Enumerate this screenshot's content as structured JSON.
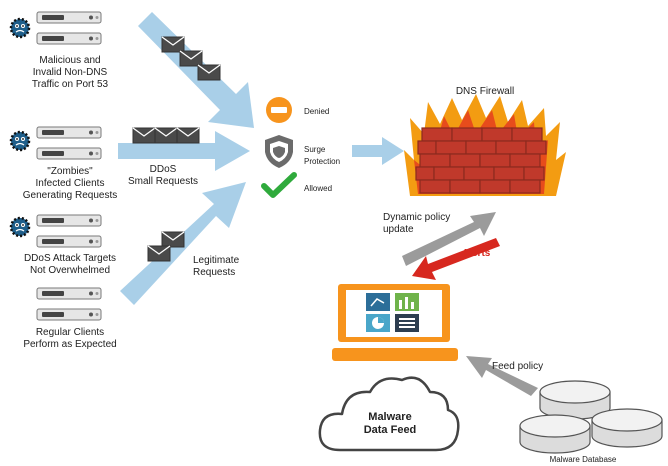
{
  "sources": [
    {
      "label_lines": [
        "Malicious and",
        "Invalid Non-DNS",
        "Traffic on Port 53"
      ]
    },
    {
      "label_lines": [
        "\"Zombies\"",
        "Infected Clients",
        "Generating Requests"
      ]
    },
    {
      "label_lines": [
        "DDoS Attack Targets",
        "Not Overwhelmed"
      ]
    },
    {
      "label_lines": [
        "Regular Clients",
        "Perform as Expected"
      ]
    }
  ],
  "flows": {
    "ddos_lines": [
      "DDoS",
      "Small Requests"
    ],
    "legit_lines": [
      "Legitimate",
      "Requests"
    ]
  },
  "status": {
    "denied": "Denied",
    "surge_lines": [
      "Surge",
      "Protection"
    ],
    "allowed": "Allowed"
  },
  "firewall": {
    "title": "DNS Firewall"
  },
  "policy": {
    "dynamic_lines": [
      "Dynamic policy",
      "update"
    ],
    "alerts": "Alerts",
    "feed": "Feed policy"
  },
  "cloud": {
    "lines": [
      "Malware",
      "Data Feed"
    ]
  },
  "database": {
    "label": "Malware Database"
  },
  "colors": {
    "arrow_blue": "#a9cfe8",
    "orange": "#f7941d",
    "green": "#2faa3c",
    "alert_red": "#d7281f",
    "gray_arrow": "#9b9b9b",
    "brick": "#c0392b",
    "flame": "#f39c12"
  }
}
